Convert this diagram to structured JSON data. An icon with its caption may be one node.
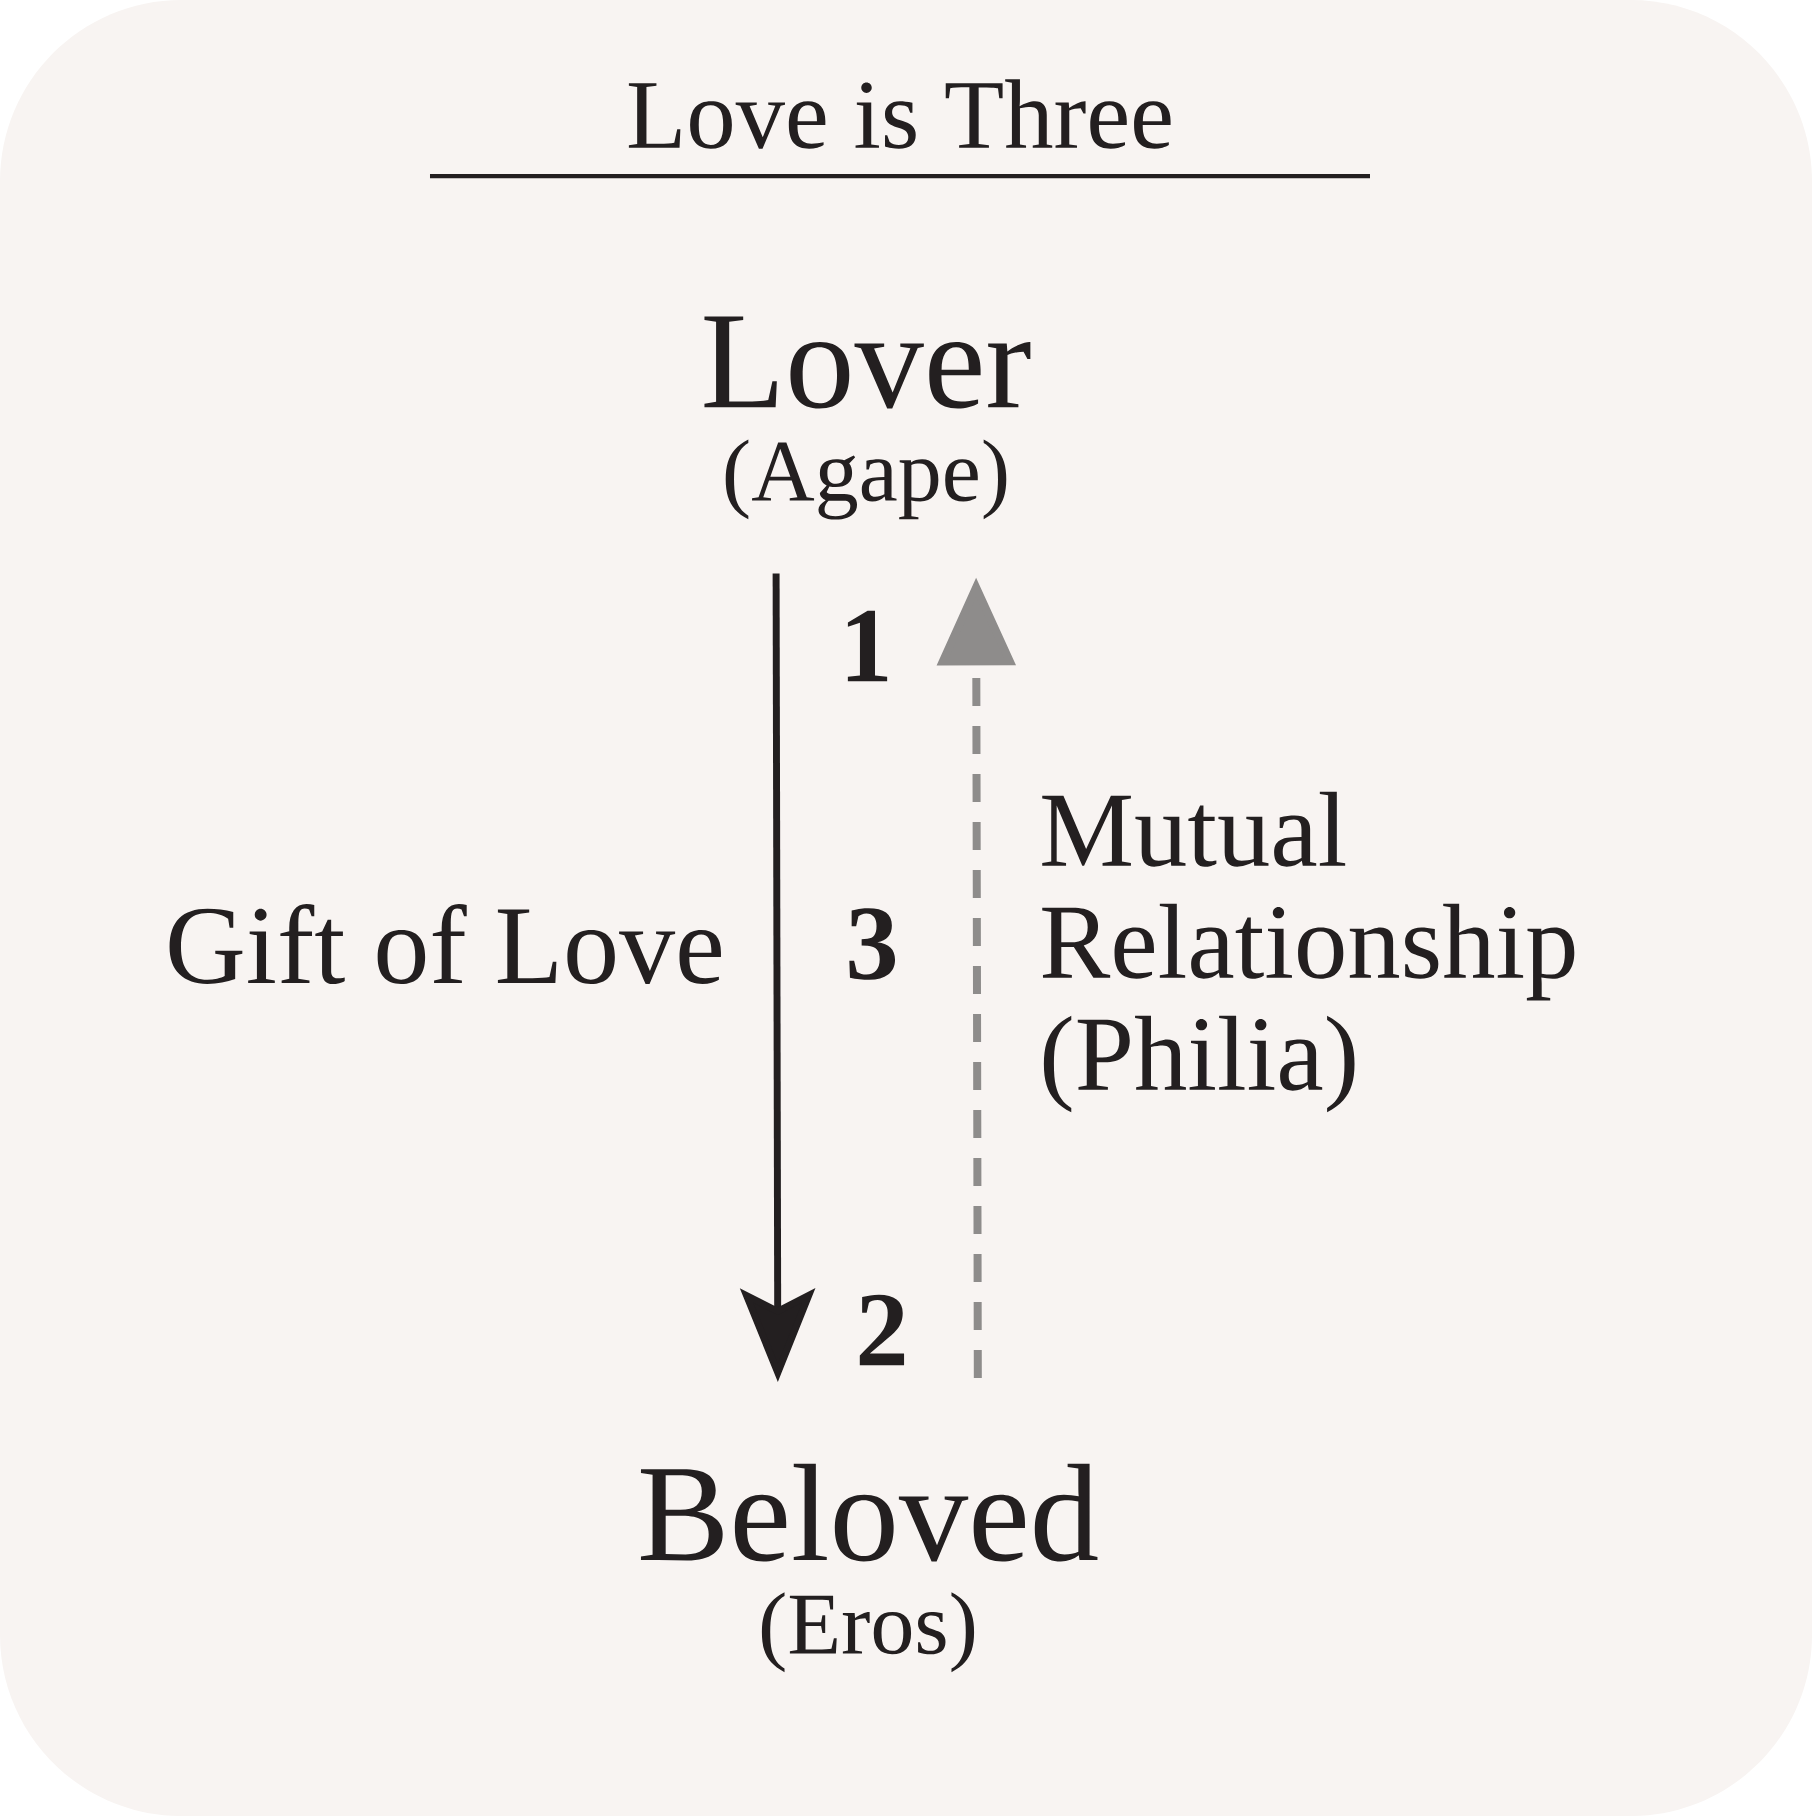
{
  "diagram": {
    "title": "Love is Three",
    "nodes": [
      {
        "text": [
          "Lover",
          "(Agape)"
        ]
      },
      {
        "text": [
          "Beloved",
          "(Eros)"
        ]
      }
    ],
    "edges": [
      {
        "from": 0,
        "to": 1,
        "arrow": "to",
        "label": "Gift of Love"
      },
      {
        "from": 1,
        "to": 0,
        "arrow": "to",
        "label": "Mutual Relationship (Philia)",
        "style": "dashed",
        "color": "#8e8c8b"
      }
    ],
    "labels": [
      "1",
      "3",
      "2"
    ]
  }
}
